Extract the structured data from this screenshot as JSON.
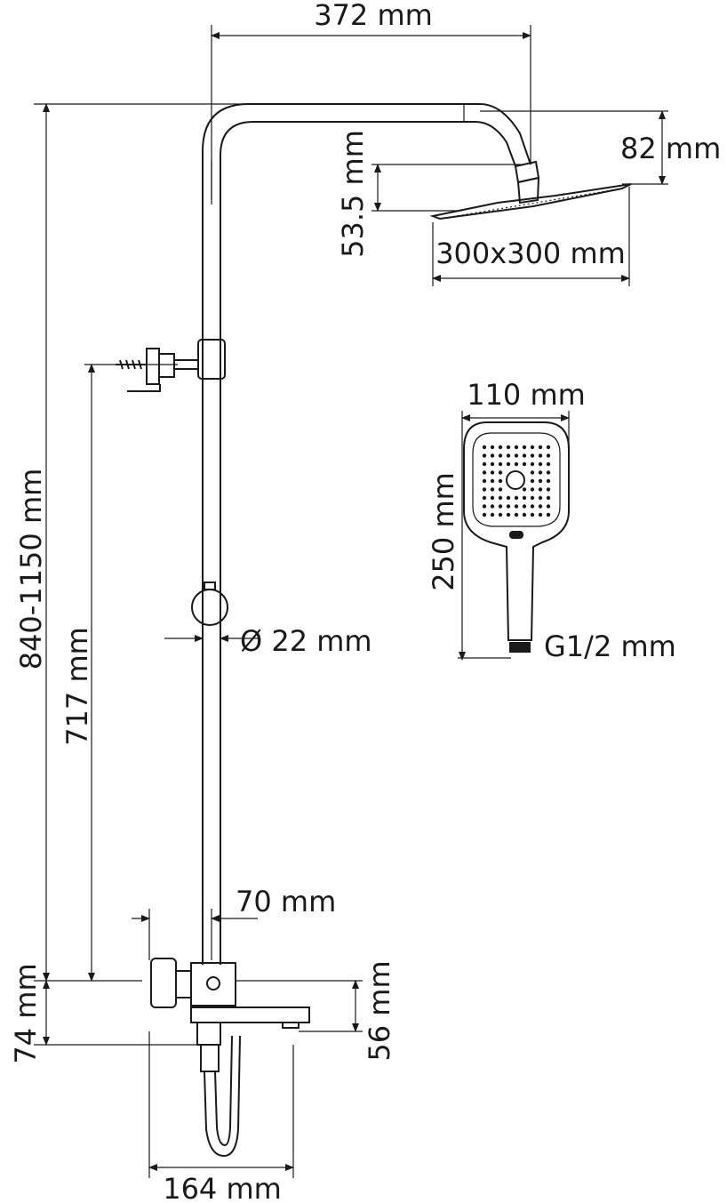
{
  "title": "Shower system dimension drawing",
  "dimensions": {
    "arm_width": "372 mm",
    "head_drop": "82 mm",
    "head_height": "53.5 mm",
    "head_size": "300x300 mm",
    "hand_width": "110 mm",
    "hand_length": "250 mm",
    "hand_thread": "G1/2 mm",
    "pipe_diameter": "Ø 22 mm",
    "total_height": "840-1150 mm",
    "bracket_height": "717 mm",
    "mixer_offset": "70 mm",
    "mixer_to_spout": "74 mm",
    "spout_drop": "56 mm",
    "mixer_width": "164 mm"
  }
}
